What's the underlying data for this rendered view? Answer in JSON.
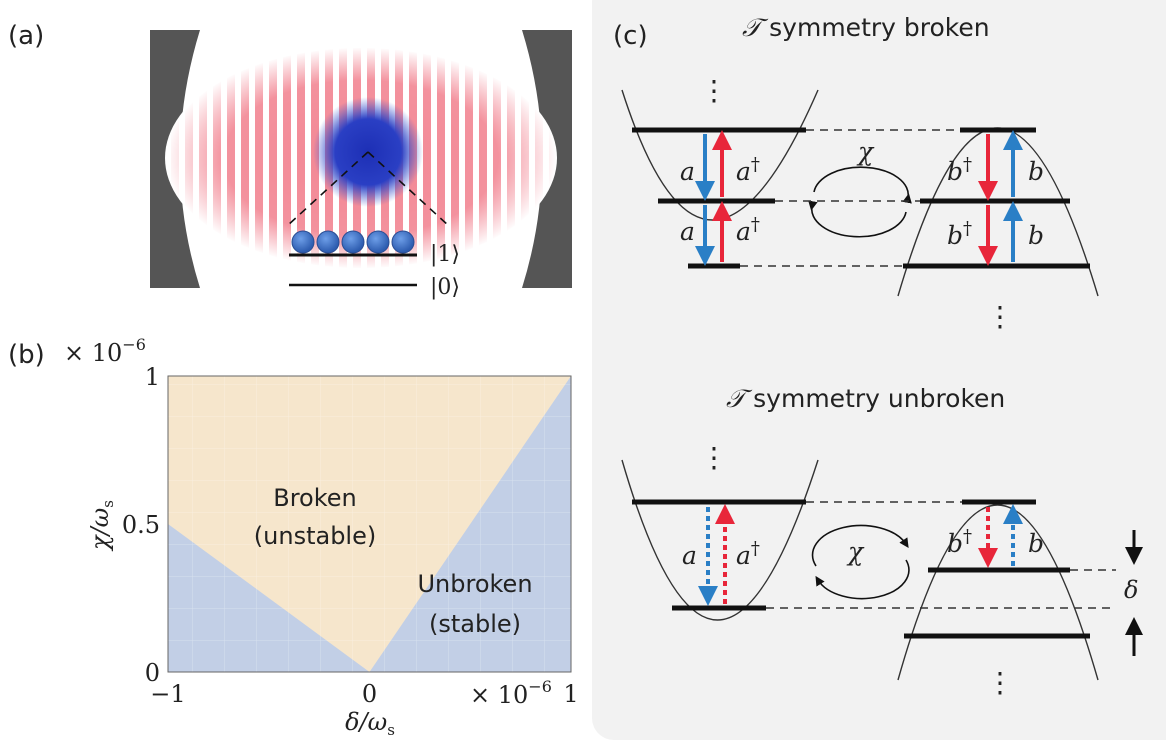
{
  "panel_a": {
    "label": "(a)",
    "ket_one": "|1⟩",
    "ket_zero": "|0⟩"
  },
  "panel_b": {
    "label": "(b)",
    "y_multiplier_base": "× 10",
    "y_multiplier_exp": "−6",
    "x_multiplier_base": "× 10",
    "x_multiplier_exp": "−6",
    "ylabel_main": "χ/ω",
    "ylabel_sub": "s",
    "xlabel_main": "δ/ω",
    "xlabel_sub": "s",
    "x_ticks": [
      "−1",
      "0",
      "1"
    ],
    "y_ticks": [
      "0",
      "0.5",
      "1"
    ],
    "region_broken_line1": "Broken",
    "region_broken_line2": "(unstable)",
    "region_unbroken_line1": "Unbroken",
    "region_unbroken_line2": "(stable)",
    "colors": {
      "broken": "#f6e6cc",
      "unbroken": "#c2cfe6"
    }
  },
  "chart_data": {
    "type": "area",
    "xlabel": "δ/ωs",
    "ylabel": "χ/ωs",
    "xlim": [
      -1,
      1
    ],
    "ylim": [
      0,
      1
    ],
    "x_scale_note": "× 10^-6",
    "y_scale_note": "× 10^-6",
    "boundary": {
      "x": [
        -1,
        0,
        1
      ],
      "y": [
        0.5,
        0,
        1
      ]
    },
    "regions": [
      {
        "name": "Broken (unstable)",
        "where": "χ above boundary",
        "color": "#f6e6cc"
      },
      {
        "name": "Unbroken (stable)",
        "where": "χ below boundary",
        "color": "#c2cfe6"
      }
    ],
    "grid": true
  },
  "panel_c": {
    "label": "(c)",
    "top_title_symbol": "𝒯",
    "top_title_text": "symmetry broken",
    "bottom_title_symbol": "𝒯",
    "bottom_title_text": "symmetry unbroken",
    "op_a": "a",
    "op_a_dag": "a",
    "dagger": "†",
    "op_b": "b",
    "op_b_dag": "b",
    "coupling": "χ",
    "detuning": "δ",
    "ellipsis": "⋮",
    "colors": {
      "red": "#e8263a",
      "blue": "#2a7fc6",
      "panel_bg": "#f2f2f2"
    }
  }
}
